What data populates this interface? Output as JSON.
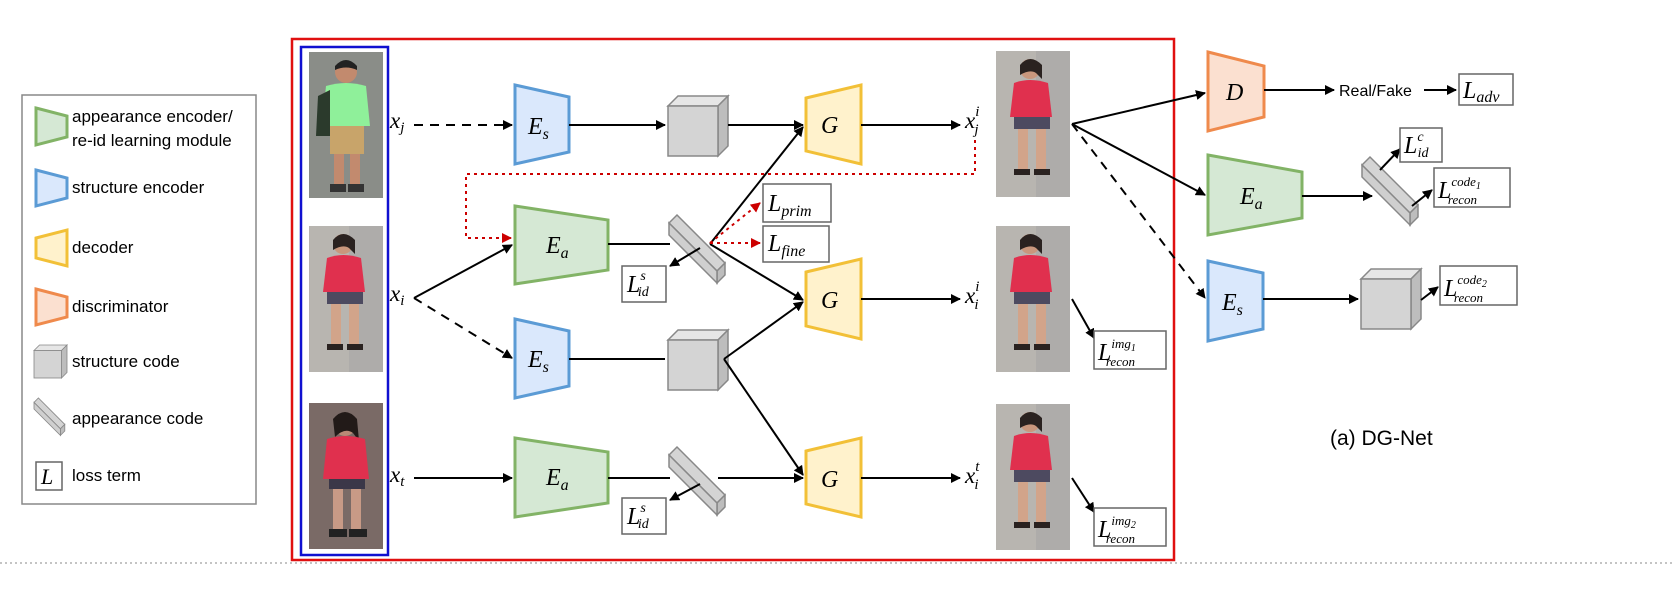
{
  "legend": {
    "items": [
      {
        "label_line1": "appearance encoder/",
        "label_line2": "re-id learning module",
        "color": "#82b366"
      },
      {
        "label_line1": "structure encoder",
        "label_line2": "",
        "color": "#5b9bd5"
      },
      {
        "label_line1": "decoder",
        "label_line2": "",
        "color": "#f2c037"
      },
      {
        "label_line1": "discriminator",
        "label_line2": "",
        "color": "#ef8a4c"
      },
      {
        "label_line1": "structure code",
        "label_line2": "",
        "color": "#cccccc"
      },
      {
        "label_line1": "appearance code",
        "label_line2": "",
        "color": "#cccccc"
      },
      {
        "label_line1": "loss term",
        "label_line2": "",
        "color": "#ffffff"
      }
    ],
    "loss_symbol": "L"
  },
  "inputs": {
    "xj": "x",
    "xj_sub": "j",
    "xi": "x",
    "xi_sub": "i",
    "xt": "x",
    "xt_sub": "t"
  },
  "modules": {
    "es": "E",
    "es_sub": "s",
    "ea": "E",
    "ea_sub": "a",
    "g": "G",
    "d": "D"
  },
  "outputs": {
    "xji": "x",
    "xji_sub": "j",
    "xji_sup": "i",
    "xii": "x",
    "xii_sub": "i",
    "xii_sup": "i",
    "xit": "x",
    "xit_sub": "i",
    "xit_sup": "t"
  },
  "losses": {
    "L": "L",
    "prim": "prim",
    "fine": "fine",
    "id": "id",
    "s": "s",
    "c": "c",
    "adv": "adv",
    "recon": "recon",
    "img1": "img",
    "img1_n": "1",
    "img2": "img",
    "img2_n": "2",
    "code1": "code",
    "code1_n": "1",
    "code2": "code",
    "code2_n": "2"
  },
  "real_fake": "Real/Fake",
  "caption": "(a) DG-Net",
  "colors": {
    "green_fill": "#d5e8d4",
    "green_stroke": "#82b366",
    "blue_fill": "#dae8fc",
    "blue_stroke": "#5b9bd5",
    "yellow_fill": "#fff2cc",
    "yellow_stroke": "#f2c037",
    "orange_fill": "#fbe0d0",
    "orange_stroke": "#ef8a4c",
    "red_frame": "#e01010",
    "blue_frame": "#1010d0",
    "red_dotted": "#cc0000"
  }
}
